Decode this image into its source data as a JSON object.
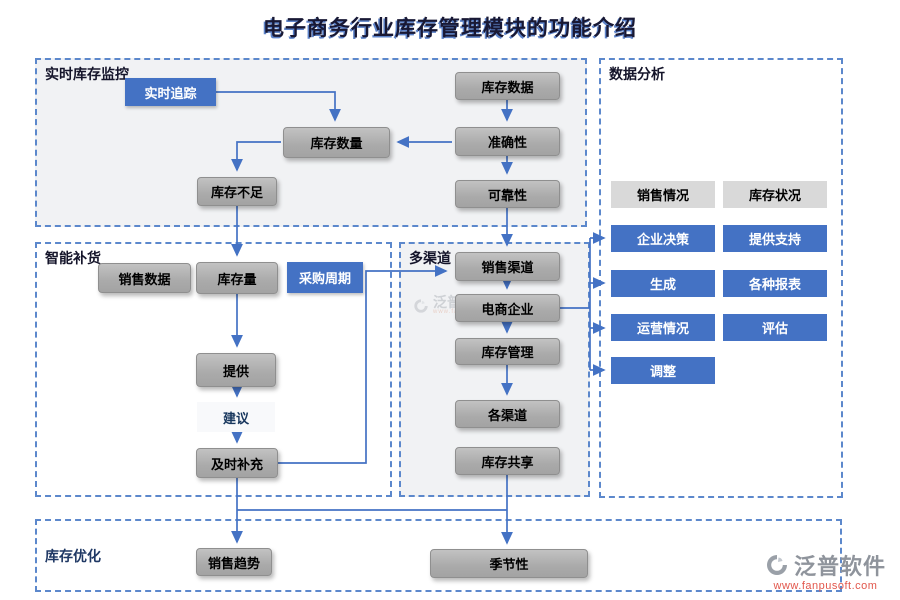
{
  "title": "电子商务行业库存管理模块的功能介绍",
  "groups": {
    "realtime_monitor": "实时库存监控",
    "data_analysis": "数据分析",
    "smart_replenish": "智能补货",
    "multi_channel": "多渠道",
    "inventory_optimize": "库存优化"
  },
  "nodes": {
    "realtime_tracking": "实时追踪",
    "inventory_data": "库存数据",
    "inventory_quantity": "库存数量",
    "accuracy": "准确性",
    "inventory_shortage": "库存不足",
    "reliability": "可靠性",
    "sales_situation": "销售情况",
    "inventory_status": "库存状况",
    "enterprise_decision": "企业决策",
    "provide_support": "提供支持",
    "generate": "生成",
    "various_reports": "各种报表",
    "operation_status": "运营情况",
    "evaluate": "评估",
    "adjust": "调整",
    "sales_data": "销售数据",
    "inventory_level": "库存量",
    "procurement_cycle": "采购周期",
    "provide": "提供",
    "suggestion": "建议",
    "timely_replenish": "及时补充",
    "sales_channels": "销售渠道",
    "ecommerce_enterprise": "电商企业",
    "inventory_management": "库存管理",
    "each_channel": "各渠道",
    "inventory_sharing": "库存共享",
    "sales_trend": "销售趋势",
    "seasonality": "季节性"
  },
  "edges": [
    {
      "from": "实时追踪",
      "to": "库存数量"
    },
    {
      "from": "库存数据",
      "to": "准确性"
    },
    {
      "from": "准确性",
      "to": "库存数量"
    },
    {
      "from": "准确性",
      "to": "可靠性"
    },
    {
      "from": "库存数量",
      "to": "库存不足"
    },
    {
      "from": "库存不足",
      "to": "库存量"
    },
    {
      "from": "库存量",
      "to": "提供"
    },
    {
      "from": "提供",
      "to": "建议"
    },
    {
      "from": "建议",
      "to": "及时补充"
    },
    {
      "from": "及时补充",
      "to": "销售渠道"
    },
    {
      "from": "及时补充",
      "to": "销售趋势"
    },
    {
      "from": "及时补充",
      "to": "季节性"
    },
    {
      "from": "可靠性",
      "to": "销售渠道"
    },
    {
      "from": "销售渠道",
      "to": "电商企业"
    },
    {
      "from": "电商企业",
      "to": "库存管理"
    },
    {
      "from": "库存管理",
      "to": "各渠道"
    },
    {
      "from": "库存共享",
      "to": "季节性"
    },
    {
      "from": "电商企业",
      "to": "企业决策"
    },
    {
      "from": "电商企业",
      "to": "生成"
    },
    {
      "from": "电商企业",
      "to": "运营情况"
    },
    {
      "from": "电商企业",
      "to": "调整"
    }
  ],
  "watermark": {
    "brand": "泛普软件",
    "url": "www.fanpusoft.com"
  },
  "colors": {
    "accent_blue": "#4472C4",
    "node_gray": "#ABABAB",
    "flat_gray": "#D9D9D9",
    "dashed_border": "#5C88CC",
    "url_red": "#E2574C",
    "title_dark": "#181834"
  }
}
